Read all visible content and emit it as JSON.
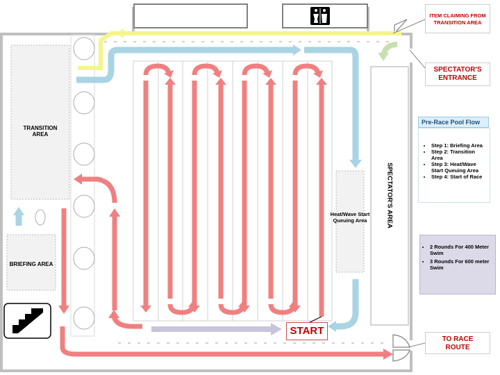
{
  "labels": {
    "transition_area": "TRANSITION\nAREA",
    "briefing_area": "BRIEFING AREA",
    "heat_wave": "Heat/Wave Start\nQueuing Area",
    "spectators_area": "SPECTATOR'S AREA",
    "start": "START",
    "item_claiming": "ITEM CLAIMING FROM\nTRANSITION AREA",
    "spectators_entrance": "SPECTATOR'S\nENTRANCE",
    "to_race_route": "TO RACE\nROUTE"
  },
  "pool_flow": {
    "title": "Pre-Race Pool Flow",
    "steps": [
      "Step 1: Briefing Area",
      "Step 2: Transition Area",
      "Step 3: Heat/Wave Start Queuing Area",
      "Step 4: Start of Race"
    ]
  },
  "rounds": [
    "2 Rounds For 400 Meter Swim",
    "3 Rounds For 600 meter Swim"
  ],
  "colors": {
    "swim_arrow": "#f08080",
    "blue_arrow": "#a8d4e4",
    "yellow_arrow": "#f5f58a",
    "purple_arrow": "#c8c4dc",
    "green_arrow": "#c8e0b0",
    "red_text": "#c00000"
  },
  "icons": [
    "restroom-icon",
    "stairs-icon"
  ]
}
